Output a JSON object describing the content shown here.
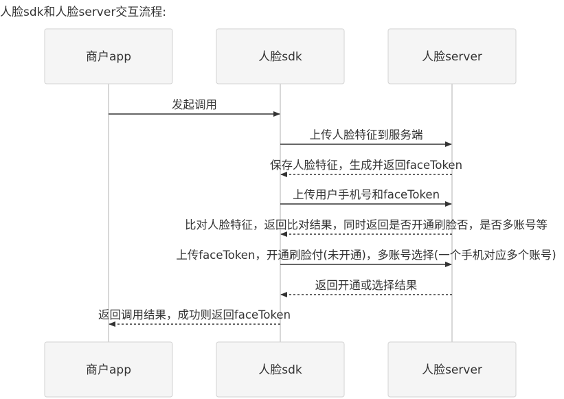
{
  "heading": "人脸sdk和人脸server交互流程:",
  "actors": [
    {
      "id": "app",
      "label": "商户app"
    },
    {
      "id": "sdk",
      "label": "人脸sdk"
    },
    {
      "id": "server",
      "label": "人脸server"
    }
  ],
  "messages": [
    {
      "from": "app",
      "to": "sdk",
      "style": "solid",
      "label": "发起调用"
    },
    {
      "from": "sdk",
      "to": "server",
      "style": "solid",
      "label": "上传人脸特征到服务端"
    },
    {
      "from": "server",
      "to": "sdk",
      "style": "dashed",
      "label": "保存人脸特征，生成并返回faceToken"
    },
    {
      "from": "sdk",
      "to": "server",
      "style": "solid",
      "label": "上传用户手机号和faceToken"
    },
    {
      "from": "server",
      "to": "sdk",
      "style": "dashed",
      "label": "比对人脸特征，返回比对结果，同时返回是否开通刷脸否，是否多账号等"
    },
    {
      "from": "sdk",
      "to": "server",
      "style": "solid",
      "label": "上传faceToken，开通刷脸付(未开通)，多账号选择(一个手机对应多个账号)"
    },
    {
      "from": "server",
      "to": "sdk",
      "style": "dashed",
      "label": "返回开通或选择结果"
    },
    {
      "from": "sdk",
      "to": "app",
      "style": "dashed",
      "label": "返回调用结果，成功则返回faceToken"
    }
  ],
  "colors": {
    "box_fill": "#f5f5f5",
    "box_stroke": "#d2d2d2",
    "lifeline": "#cccccc",
    "arrow": "#333333",
    "text": "#333333"
  }
}
